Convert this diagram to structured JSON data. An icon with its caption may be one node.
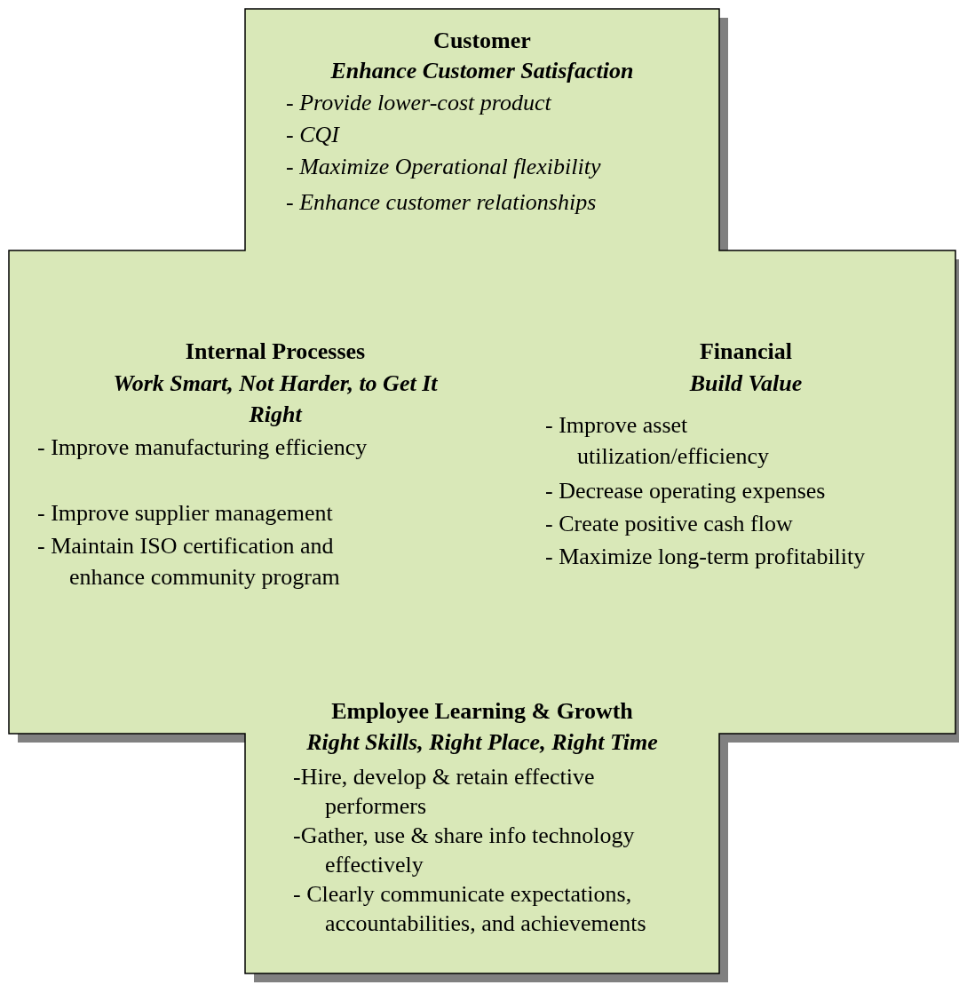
{
  "diagram": {
    "nodes": [
      {
        "text": [
          "Customer",
          "Enhance Customer Satisfaction",
          "- Provide lower-cost product",
          "- CQI",
          "- Maximize Operational flexibility",
          "- Enhance customer relationships",
          "Internal Processes",
          "Work Smart, Not Harder, to Get It Right",
          "- Improve manufacturing efficiency",
          "- Improve supplier management",
          "- Maintain ISO certification and enhance community program",
          "Financial",
          "Build Value",
          "- Improve asset utilization/efficiency",
          "- Decrease operating expenses",
          "- Create positive cash flow",
          "- Maximize long-term profitability",
          "Employee Learning & Growth",
          "Right Skills, Right Place, Right Time",
          "-Hire, develop & retain effective performers",
          "-Gather, use & share info technology effectively",
          "- Clearly communicate expectations, accountabilities, and achievements"
        ]
      }
    ]
  }
}
